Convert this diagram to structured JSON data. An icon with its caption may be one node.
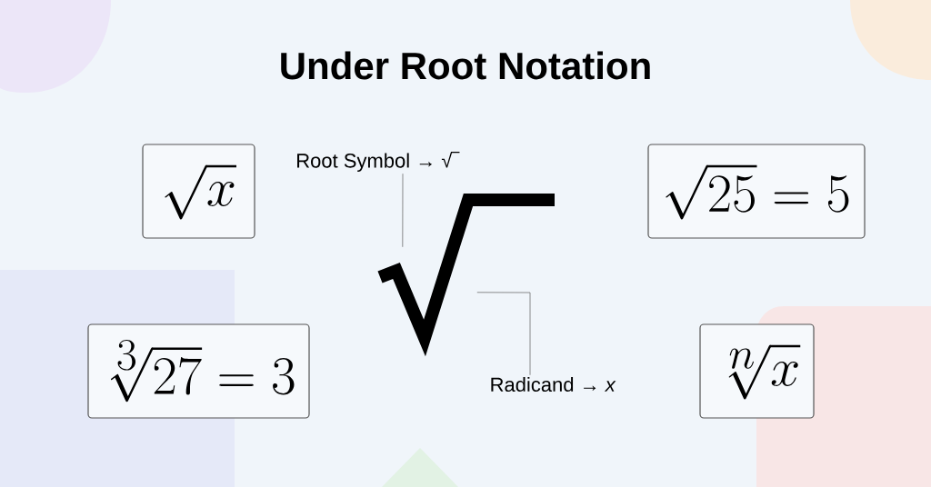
{
  "diagram": {
    "title": "Under Root Notation",
    "nodes": [
      {
        "text": [
          "\\sqrt{x}"
        ]
      },
      {
        "text": [
          "Root Symbol → √‾"
        ]
      },
      {
        "text": [
          "\\sqrt{25} = 5"
        ]
      },
      {
        "text": [],
        "shape": "picture"
      },
      {
        "text": [
          "\\sqrt[3]{27} = 3"
        ]
      },
      {
        "text": [
          "Radicand → *x*"
        ]
      },
      {
        "text": [
          "\\sqrt[n]{x}"
        ]
      }
    ],
    "edges": [
      {
        "from": 1,
        "to": 3,
        "arrow": "none"
      },
      {
        "from": 5,
        "to": 3,
        "arrow": "none"
      }
    ]
  }
}
